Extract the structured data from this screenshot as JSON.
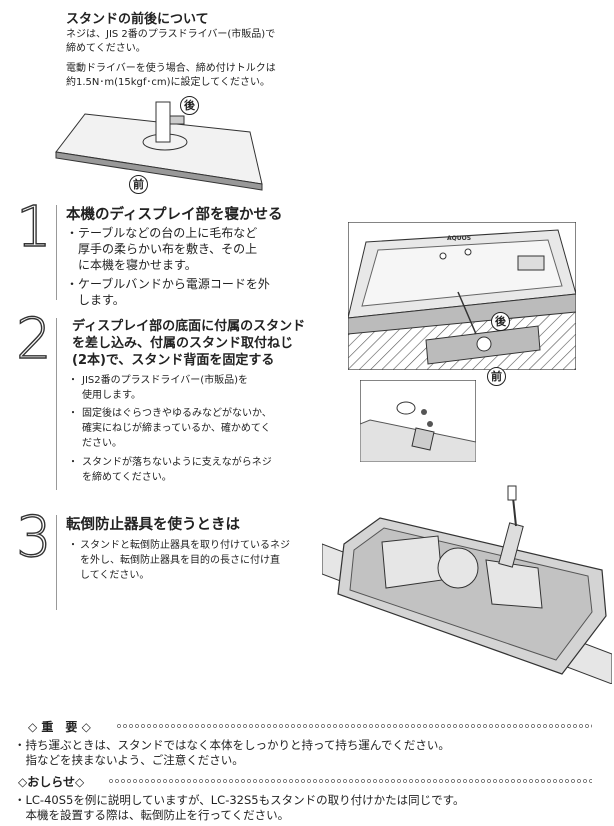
{
  "stand_section": {
    "title": "スタンドの前後について",
    "lines": [
      "ネジは、JIS 2番のプラスドライバー(市販品)で",
      "締めてください。",
      "電動ドライバーを使う場合、締め付けトルクは",
      "約1.5N･m(15kgf･cm)に設定してください。"
    ],
    "rear_mark": "後",
    "front_mark": "前"
  },
  "step1": {
    "number": "1",
    "title": "本機のディスプレイ部を寝かせる",
    "bullets": [
      [
        "テーブルなどの台の上に毛布など",
        "厚手の柔らかい布を敷き、その上",
        "に本機を寝かせます。"
      ],
      [
        "ケーブルバンドから電源コードを外",
        "します。"
      ]
    ]
  },
  "step2": {
    "number": "2",
    "title_lines": [
      "ディスプレイ部の底面に付属のスタンド",
      "を差し込み、付属のスタンド取付ねじ",
      "(2本)で、スタンド背面を固定する"
    ],
    "bullets": [
      [
        "JIS2番のプラスドライバー(市販品)を",
        "使用します。"
      ],
      [
        "固定後はぐらつきやゆるみなどがないか、",
        "確実にねじが締まっているか、確かめてく",
        "ださい。"
      ],
      [
        "スタンドが落ちないように支えながらネジ",
        "を締めてください。"
      ]
    ]
  },
  "step3": {
    "number": "3",
    "title": "転倒防止器具を使うときは",
    "bullets": [
      [
        "スタンドと転倒防止器具を取り付けているネジ",
        "を外し、転倒防止器具を目的の長さに付け直",
        "してください。"
      ]
    ]
  },
  "figure": {
    "brand": "AQUOS",
    "rear_mark": "後",
    "front_mark": "前"
  },
  "important": {
    "heading": "◇ 重　要 ◇",
    "lines": [
      "・持ち運ぶときは、スタンドではなく本体をしっかりと持って持ち運んでください。",
      "　指などを挟まないよう、ご注意ください。"
    ]
  },
  "notice": {
    "heading": "◇おしらせ◇",
    "lines": [
      "・LC-40S5を例に説明していますが、LC-32S5もスタンドの取り付けかたは同じです。",
      "　本機を設置する際は、転倒防止を行ってください。"
    ]
  }
}
